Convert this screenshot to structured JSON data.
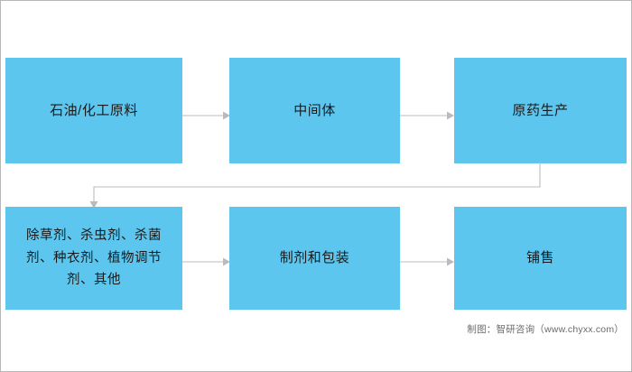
{
  "diagram": {
    "title": "",
    "colors": {
      "node_fill": "#5CC6EE",
      "node_text": "#1a1a1a",
      "connector": "#b8bcbf",
      "canvas_border": "#b7b7b7",
      "background": "#ffffff"
    },
    "nodes": [
      {
        "id": "feedstock",
        "label": "石油/化工原料"
      },
      {
        "id": "intermediate",
        "label": "中间体"
      },
      {
        "id": "api",
        "label": "原药生产"
      },
      {
        "id": "products",
        "label": "除草剂、杀虫剂、杀菌剂、种衣剂、植物调节剂、其他"
      },
      {
        "id": "formulation",
        "label": "制剂和包装"
      },
      {
        "id": "sales",
        "label": "铺售"
      }
    ],
    "edges": [
      {
        "id": "feedstock-intermediate",
        "from": "feedstock",
        "to": "intermediate",
        "direction": "right"
      },
      {
        "id": "intermediate-api",
        "from": "intermediate",
        "to": "api",
        "direction": "right"
      },
      {
        "id": "api-products",
        "from": "api",
        "to": "products",
        "direction": "elbow-down-left"
      },
      {
        "id": "products-formulation",
        "from": "products",
        "to": "formulation",
        "direction": "right"
      },
      {
        "id": "formulation-sales",
        "from": "formulation",
        "to": "sales",
        "direction": "right"
      }
    ]
  },
  "credit": {
    "text": "制图：智研咨询（www.chyxx.com）"
  }
}
